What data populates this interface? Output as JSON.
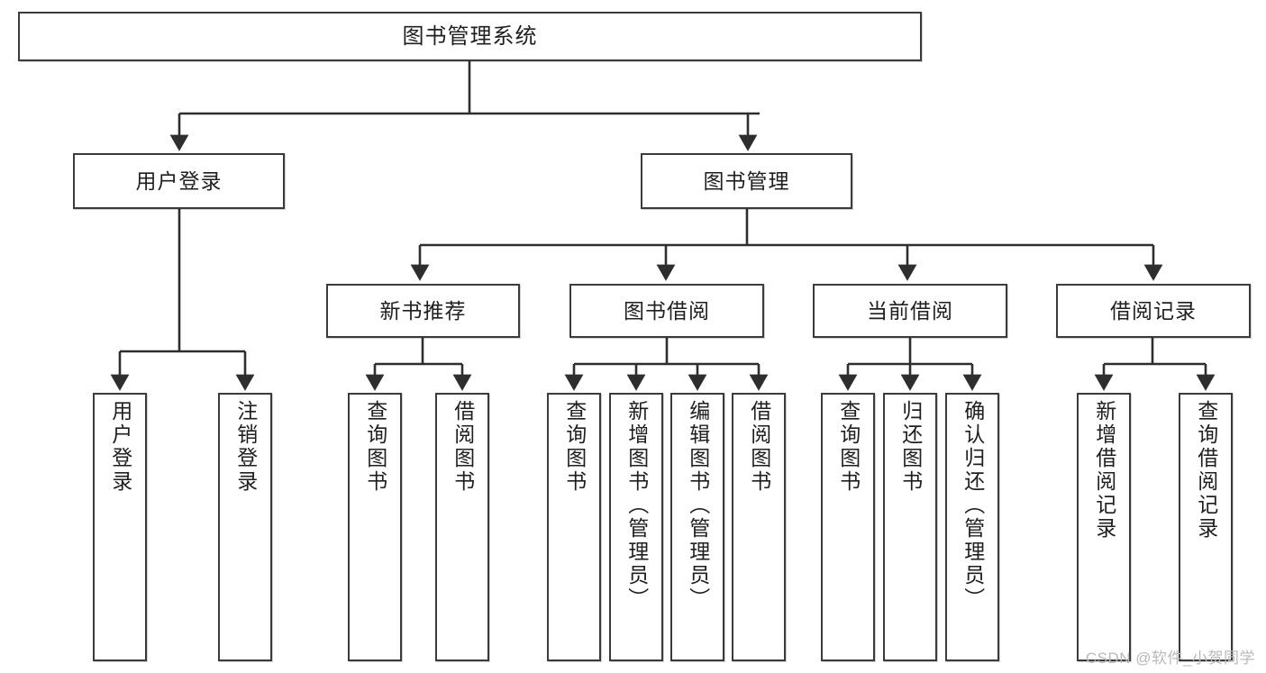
{
  "diagram": {
    "title_node": {
      "label": "图书管理系统"
    },
    "level2": [
      {
        "id": "user-login",
        "label": "用户登录"
      },
      {
        "id": "book-management",
        "label": "图书管理"
      }
    ],
    "level3": [
      {
        "id": "new-book-recommend",
        "label": "新书推荐"
      },
      {
        "id": "book-borrow",
        "label": "图书借阅"
      },
      {
        "id": "current-borrow",
        "label": "当前借阅"
      },
      {
        "id": "borrow-record",
        "label": "借阅记录"
      }
    ],
    "leaves": [
      {
        "id": "leaf-user-login",
        "label": "用户登录"
      },
      {
        "id": "leaf-logout",
        "label": "注销登录"
      },
      {
        "id": "leaf-query-book-1",
        "label": "查询图书"
      },
      {
        "id": "leaf-borrow-book-1",
        "label": "借阅图书"
      },
      {
        "id": "leaf-query-book-2",
        "label": "查询图书"
      },
      {
        "id": "leaf-add-book",
        "label": "新增图书（管理员）"
      },
      {
        "id": "leaf-edit-book",
        "label": "编辑图书（管理员）"
      },
      {
        "id": "leaf-borrow-book-2",
        "label": "借阅图书"
      },
      {
        "id": "leaf-query-book-3",
        "label": "查询图书"
      },
      {
        "id": "leaf-return-book",
        "label": "归还图书"
      },
      {
        "id": "leaf-confirm-return",
        "label": "确认归还（管理员）"
      },
      {
        "id": "leaf-add-record",
        "label": "新增借阅记录"
      },
      {
        "id": "leaf-query-record",
        "label": "查询借阅记录"
      }
    ],
    "watermark": "CSDN @软件_小贺同学",
    "colors": {
      "stroke": "#3b3b3b",
      "fill": "#ffffff",
      "text": "#1f1f1f",
      "watermark": "#b9b9b9"
    }
  }
}
